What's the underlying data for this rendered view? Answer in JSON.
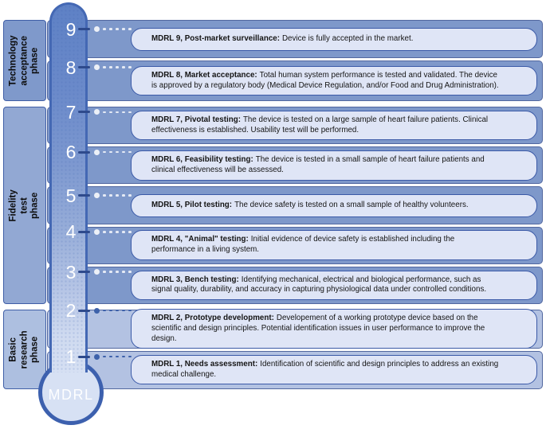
{
  "figure": {
    "type": "thermometer-scale-diagram",
    "scale_name": "MDRL",
    "bulb_label": "MDRL",
    "levels_range": [
      1,
      9
    ]
  },
  "colors": {
    "band_blue": "#7e98ca",
    "band_light_blue": "#b3c2e2",
    "box_background": "#dfe5f6",
    "box_border": "#3a59a7",
    "tube_border": "#4468b4",
    "bulb_border": "#3c60ae",
    "connector_light": "#ffffff",
    "connector_dark": "#3d61aa",
    "text": "#141414"
  },
  "phases": [
    {
      "label": "Technology acceptance phase",
      "rows": [
        {
          "level": "9",
          "title": "MDRL 9, Post-market surveillance:",
          "desc": "Device is fully accepted in the market."
        },
        {
          "level": "8",
          "title": "MDRL 8, Market acceptance:",
          "desc": "Total human system performance is tested and validated. The device is approved by a regulatory body (Medical Device Regulation, and/or Food and Drug Administration)."
        }
      ]
    },
    {
      "label": "Fidelity test phase",
      "rows": [
        {
          "level": "7",
          "title": "MDRL 7, Pivotal testing:",
          "desc": "The device is tested on a large sample of heart failure patients. Clinical effectiveness is established. Usability test will be performed."
        },
        {
          "level": "6",
          "title": "MDRL 6, Feasibility testing:",
          "desc": "The device is tested in a small sample of heart failure patients and clinical effectiveness will be assessed."
        },
        {
          "level": "5",
          "title": "MDRL 5, Pilot testing:",
          "desc": "The device safety is tested on a small sample of healthy volunteers."
        },
        {
          "level": "4",
          "title": "MDRL 4, \"Animal\" testing:",
          "desc": "Initial evidence of device safety is established including the performance in a living system."
        },
        {
          "level": "3",
          "title": "MDRL 3, Bench testing:",
          "desc": "Identifying mechanical, electrical and biological performance, such as signal quality, durability, and accuracy in capturing physiological data under controlled conditions."
        }
      ]
    },
    {
      "label": "Basic research phase",
      "rows": [
        {
          "level": "2",
          "title": "MDRL 2, Prototype development:",
          "desc": "Developement of a working prototype device based on the scientific and design principles. Potential identification issues in user performance to improve the design."
        },
        {
          "level": "1",
          "title": "MDRL 1, Needs assessment:",
          "desc": "Identification of scientific and design principles to address an existing medical challenge."
        }
      ]
    }
  ]
}
